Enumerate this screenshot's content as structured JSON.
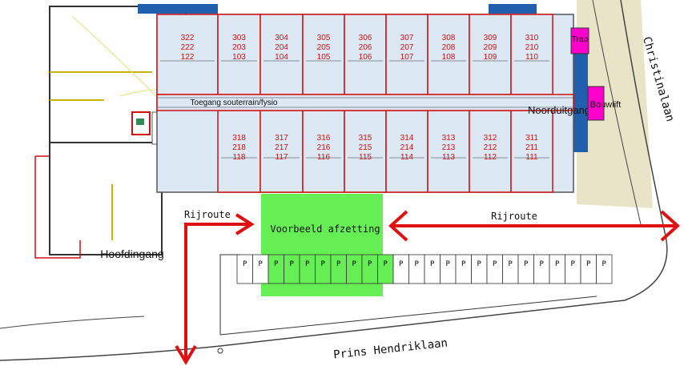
{
  "labels": {
    "corridor": "Toegang souterrain/fysio",
    "north_entrance": "Noorduitgang",
    "main_entrance": "Hoofdingang",
    "example_barrier": "Voorbeeld afzetting",
    "drive_route_left": "Rijroute",
    "drive_route_right": "Rijroute",
    "street_east": "Christinalaan",
    "street_south": "Prins Hendriklaan",
    "stair": "Trap",
    "construction_lift": "Bouwlift"
  },
  "rooms_top": [
    [
      "322",
      "222",
      "122"
    ],
    [
      "303",
      "203",
      "103"
    ],
    [
      "304",
      "204",
      "104"
    ],
    [
      "305",
      "205",
      "105"
    ],
    [
      "306",
      "206",
      "106"
    ],
    [
      "307",
      "207",
      "107"
    ],
    [
      "308",
      "208",
      "108"
    ],
    [
      "309",
      "209",
      "109"
    ],
    [
      "310",
      "210",
      "110"
    ]
  ],
  "rooms_bottom": [
    [
      "318",
      "218",
      "118"
    ],
    [
      "317",
      "217",
      "117"
    ],
    [
      "316",
      "216",
      "116"
    ],
    [
      "315",
      "215",
      "115"
    ],
    [
      "314",
      "214",
      "114"
    ],
    [
      "313",
      "213",
      "113"
    ],
    [
      "312",
      "212",
      "112"
    ],
    [
      "311",
      "211",
      "111"
    ]
  ],
  "parking": {
    "label": "P",
    "count": 24,
    "highlighted_from": 2,
    "highlighted_to": 9
  },
  "colors": {
    "room_fill": "#dce8f4",
    "wall": "#d01010",
    "barrier_zone": "#66ee55",
    "route_arrow": "#e01010",
    "stair": "#ff00cc",
    "strip_blue": "#1f5fae",
    "strip_tan": "#e9e4c8"
  }
}
